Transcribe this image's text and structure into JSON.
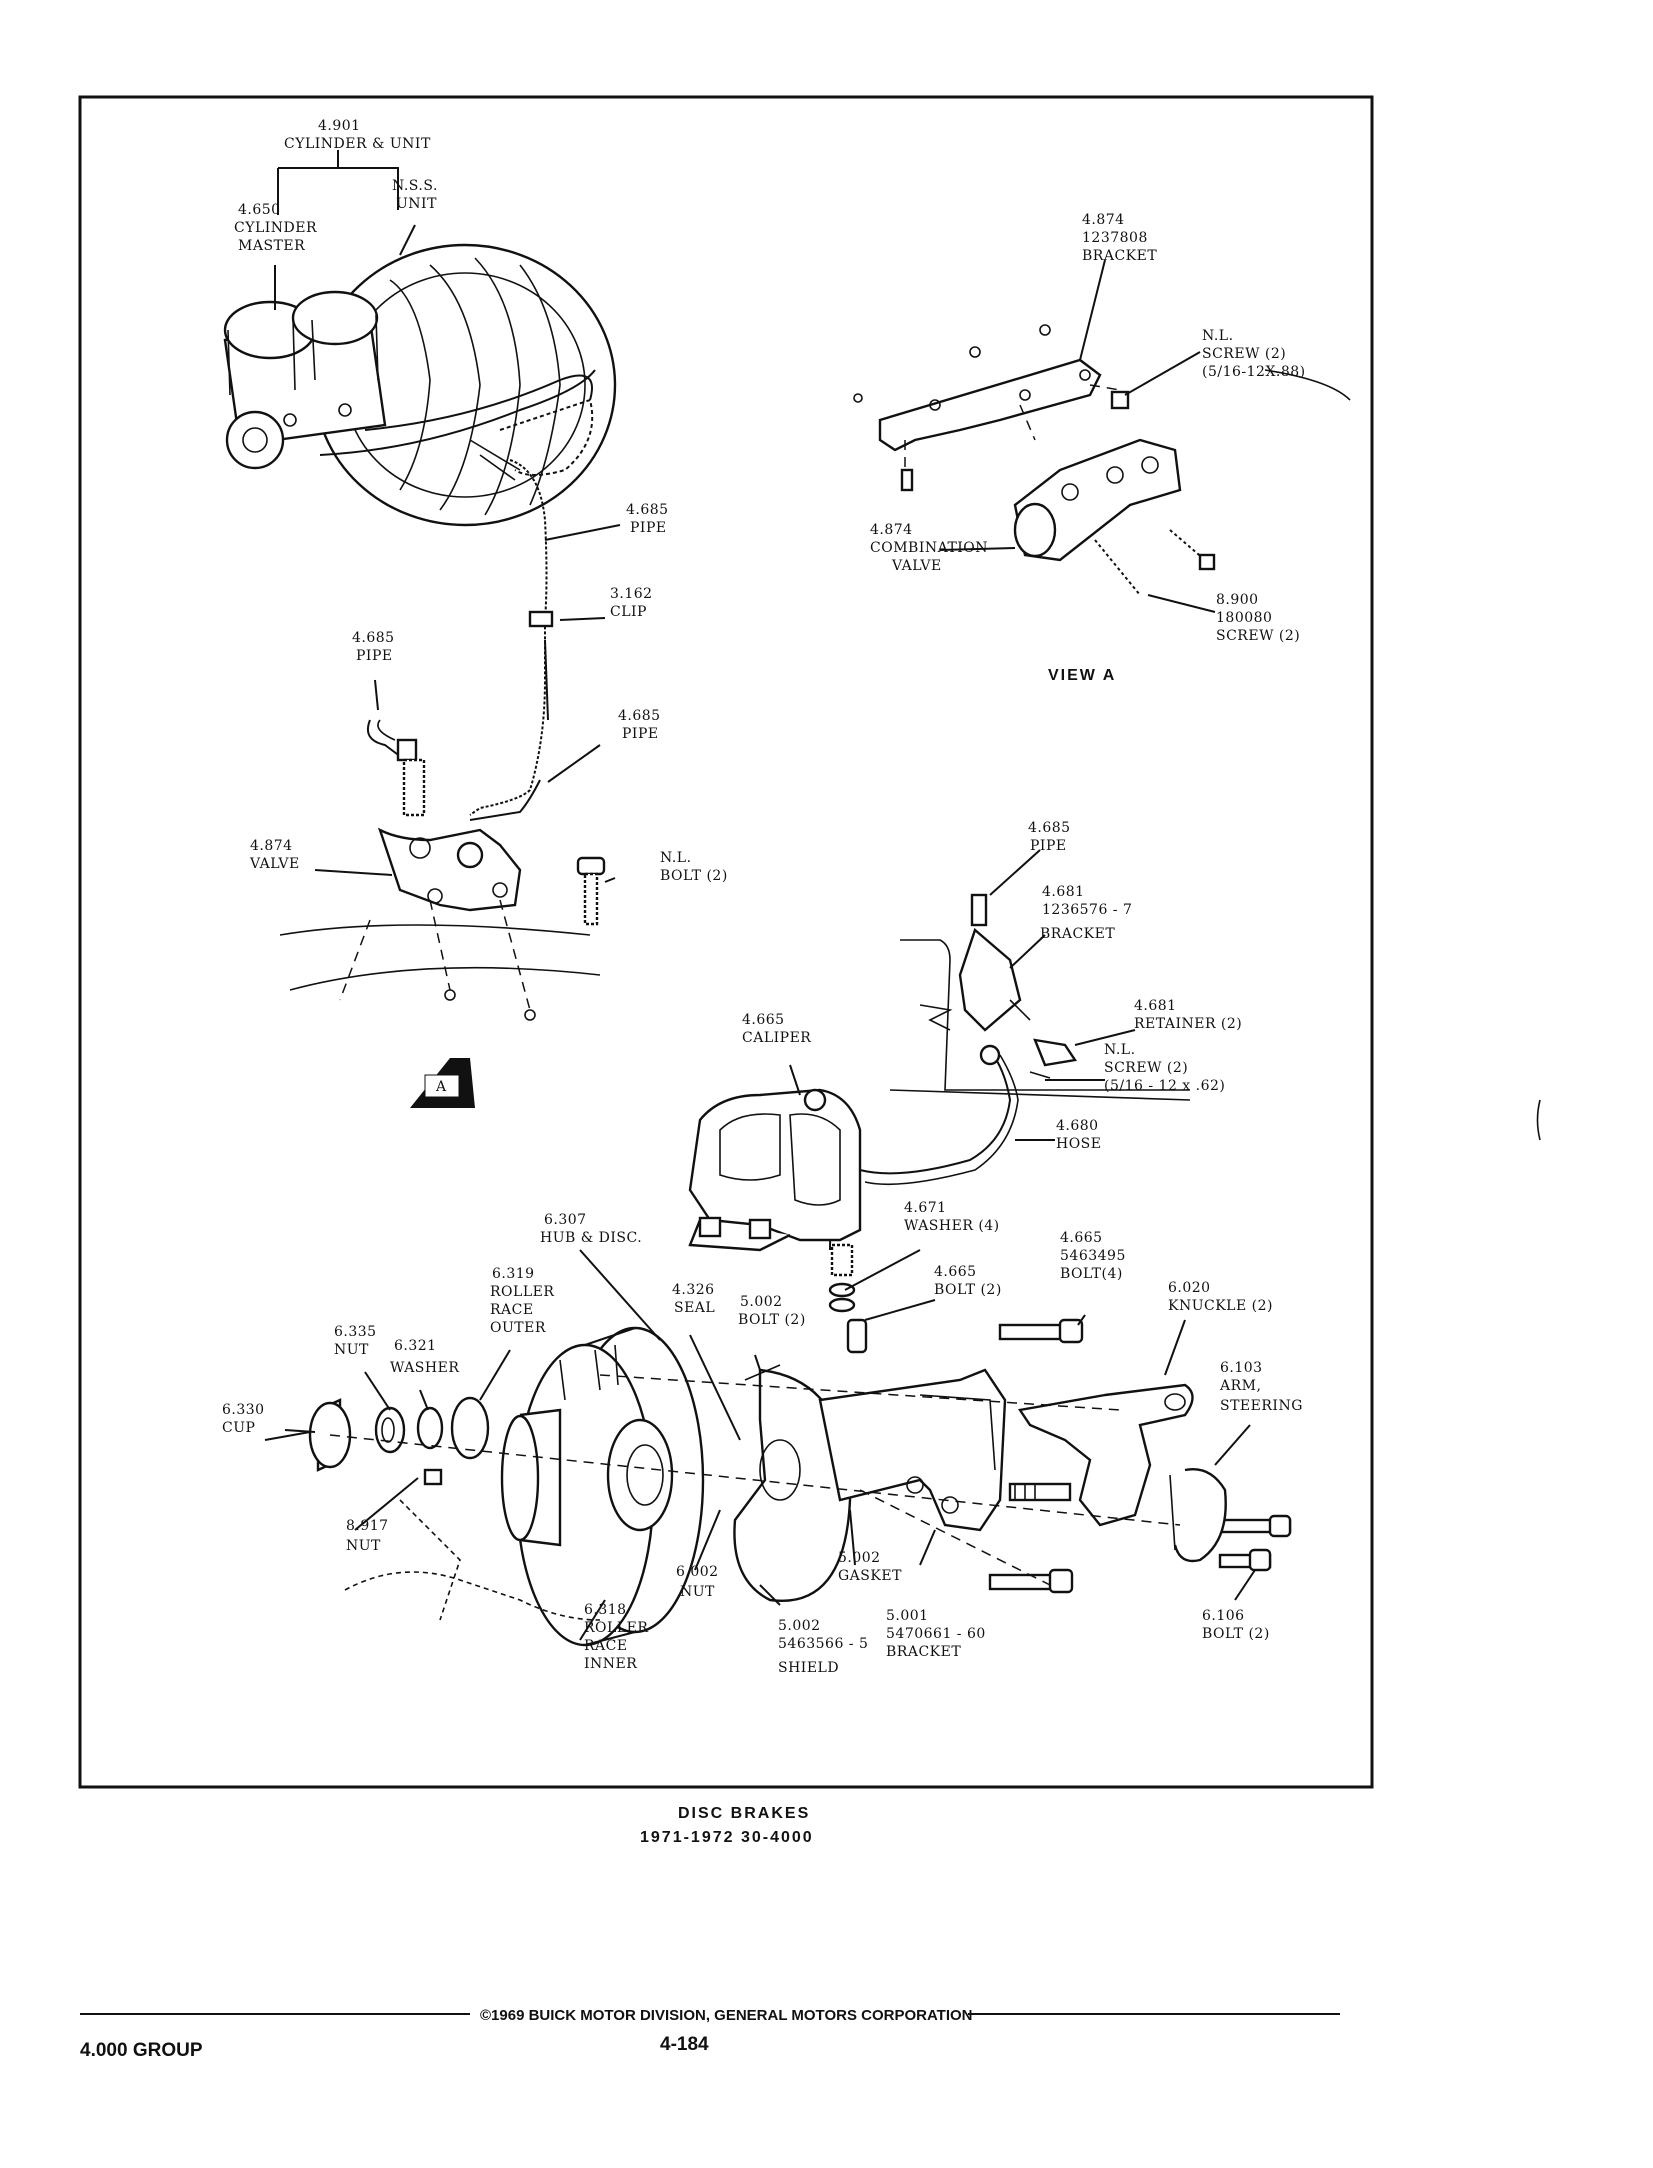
{
  "callouts": {
    "cyl_unit": [
      "4.901",
      "CYLINDER & UNIT"
    ],
    "nss_unit": [
      "N.S.S.",
      "UNIT"
    ],
    "cyl_master": [
      "4.650",
      "CYLINDER",
      "MASTER"
    ],
    "pipe_upper": [
      "4.685",
      "PIPE"
    ],
    "clip": [
      "3.162",
      "CLIP"
    ],
    "pipe_left": [
      "4.685",
      "PIPE"
    ],
    "pipe_mid": [
      "4.685",
      "PIPE"
    ],
    "valve": [
      "4.874",
      "VALVE"
    ],
    "nl_bolt": [
      "N.L.",
      "BOLT (2)"
    ],
    "bracket_view": [
      "4.874",
      "1237808",
      "BRACKET"
    ],
    "nl_screw_view": [
      "N.L.",
      "SCREW (2)",
      "(5/16-12X.88)"
    ],
    "combo_valve": [
      "4.874",
      "COMBINATION",
      "VALVE"
    ],
    "screw_view": [
      "8.900",
      "180080",
      "SCREW (2)"
    ],
    "pipe_right": [
      "4.685",
      "PIPE"
    ],
    "bracket_hose": [
      "4.681",
      "1236576 - 7",
      "BRACKET"
    ],
    "retainer": [
      "4.681",
      "RETAINER (2)"
    ],
    "nl_screw_hose": [
      "N.L.",
      "SCREW (2)",
      "(5/16 - 12 x .62)"
    ],
    "hose": [
      "4.680",
      "HOSE"
    ],
    "caliper": [
      "4.665",
      "CALIPER"
    ],
    "washer_4": [
      "4.671",
      "WASHER (4)"
    ],
    "bolt_caliper": [
      "4.665",
      "BOLT (2)"
    ],
    "bolt_4": [
      "4.665",
      "5463495",
      "BOLT(4)"
    ],
    "knuckle": [
      "6.020",
      "KNUCKLE (2)"
    ],
    "arm_steering": [
      "6.103",
      "ARM,",
      "STEERING"
    ],
    "hub_disc": [
      "6.307",
      "HUB & DISC."
    ],
    "roller_outer": [
      "6.319",
      "ROLLER",
      "RACE",
      "OUTER"
    ],
    "seal": [
      "4.326",
      "SEAL"
    ],
    "bolt_shield": [
      "5.002",
      "BOLT (2)"
    ],
    "nut_335": [
      "6.335",
      "NUT"
    ],
    "washer_321": [
      "6.321",
      "WASHER"
    ],
    "cup": [
      "6.330",
      "CUP"
    ],
    "nut_917": [
      "8.917",
      "NUT"
    ],
    "nut_002": [
      "6.002",
      "NUT"
    ],
    "gasket": [
      "5.002",
      "GASKET"
    ],
    "roller_inner": [
      "6.318",
      "ROLLER",
      "RACE",
      "INNER"
    ],
    "shield": [
      "5.002",
      "5463566 - 5",
      "SHIELD"
    ],
    "bracket_001": [
      "5.001",
      "5470661 - 60",
      "BRACKET"
    ],
    "bolt_106": [
      "6.106",
      "BOLT (2)"
    ]
  },
  "view_a_label": "VIEW A",
  "view_marker": "A",
  "caption": {
    "title": "DISC BRAKES",
    "subtitle": "1971-1972 30-4000"
  },
  "footer": {
    "copyright": "©1969 BUICK MOTOR DIVISION, GENERAL MOTORS CORPORATION",
    "group": "4.000 GROUP",
    "page": "4-184"
  }
}
